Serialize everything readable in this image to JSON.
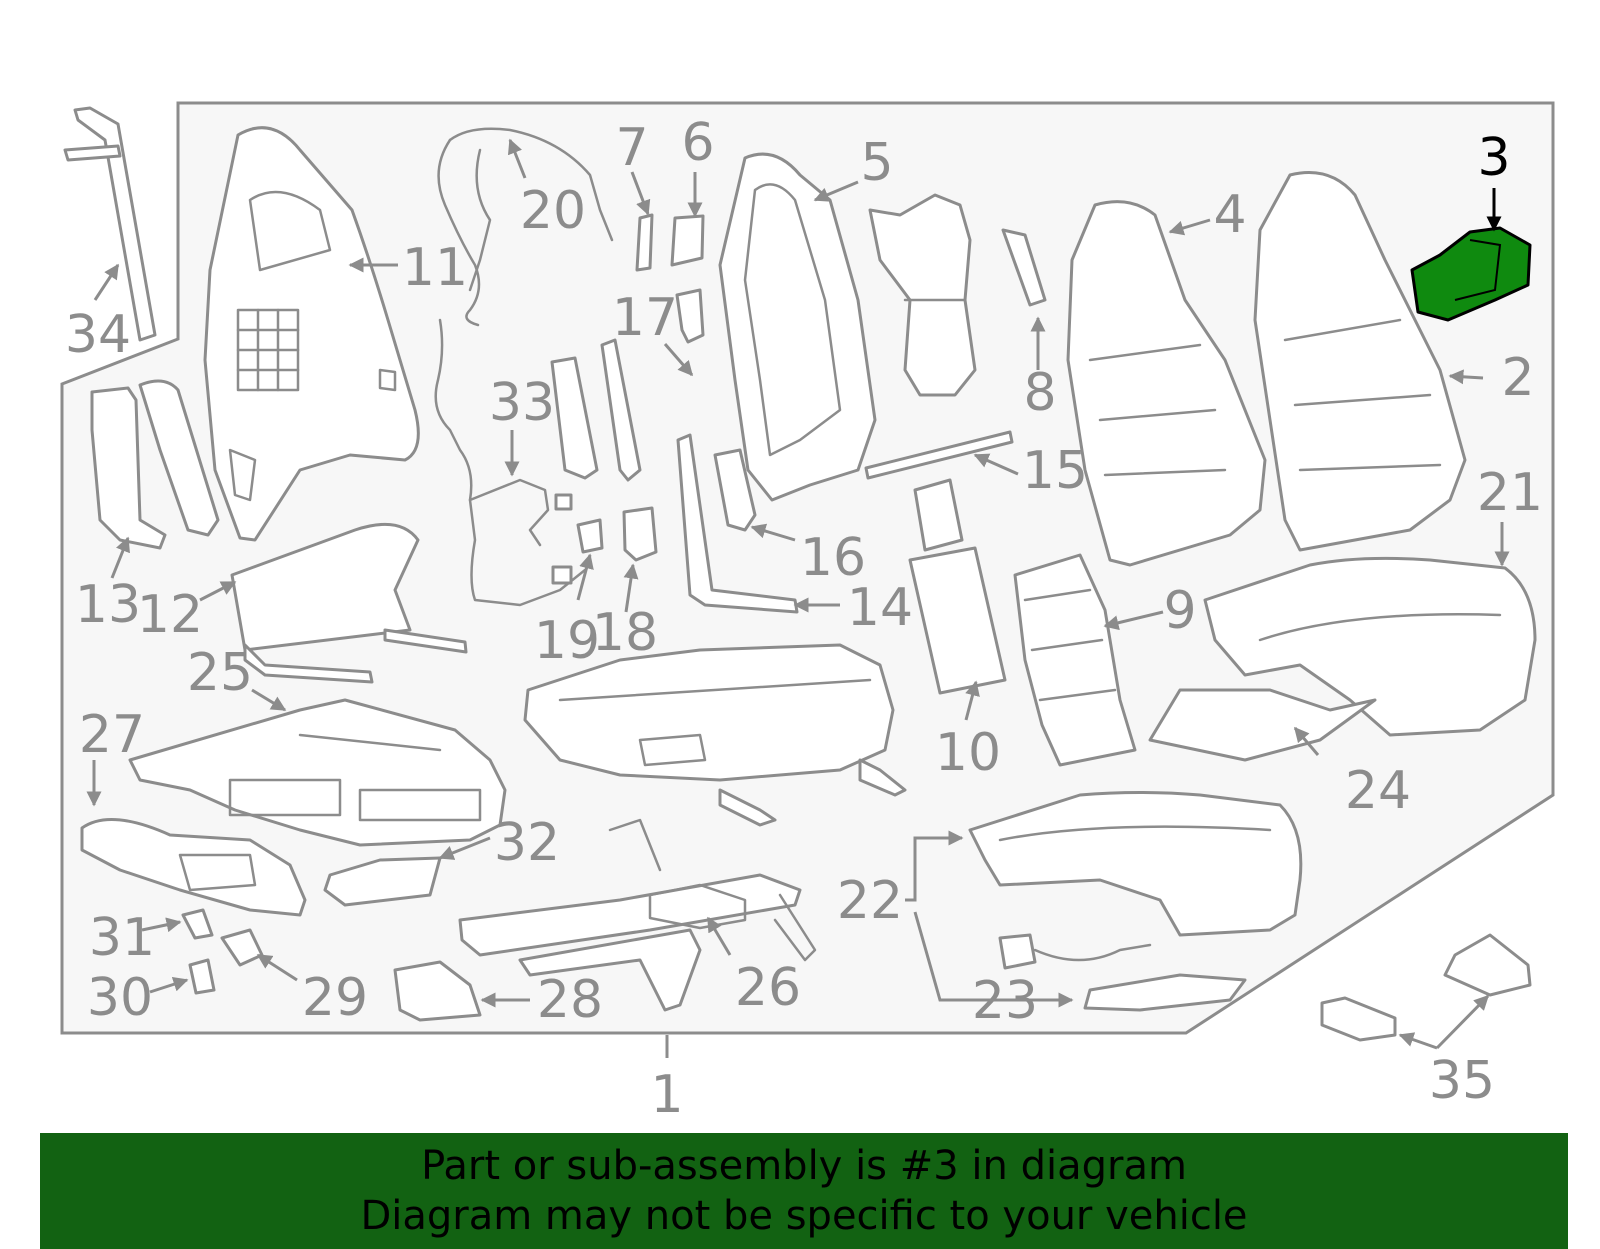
{
  "diagram": {
    "title": "",
    "highlighted_part": "3",
    "colors": {
      "line": "#8c8c8c",
      "panel": "#f7f7f7",
      "highlight": "#0f8a0f",
      "banner": "#126212",
      "text": "#000000"
    },
    "callouts": [
      "1",
      "2",
      "3",
      "4",
      "5",
      "6",
      "7",
      "8",
      "9",
      "10",
      "11",
      "12",
      "13",
      "14",
      "15",
      "16",
      "17",
      "18",
      "19",
      "20",
      "21",
      "22",
      "23",
      "24",
      "25",
      "26",
      "27",
      "28",
      "29",
      "30",
      "31",
      "32",
      "33",
      "34",
      "35"
    ]
  },
  "banner": {
    "line1": "Part or sub-assembly is #3 in diagram",
    "line2": "Diagram may not be specific to your vehicle"
  }
}
